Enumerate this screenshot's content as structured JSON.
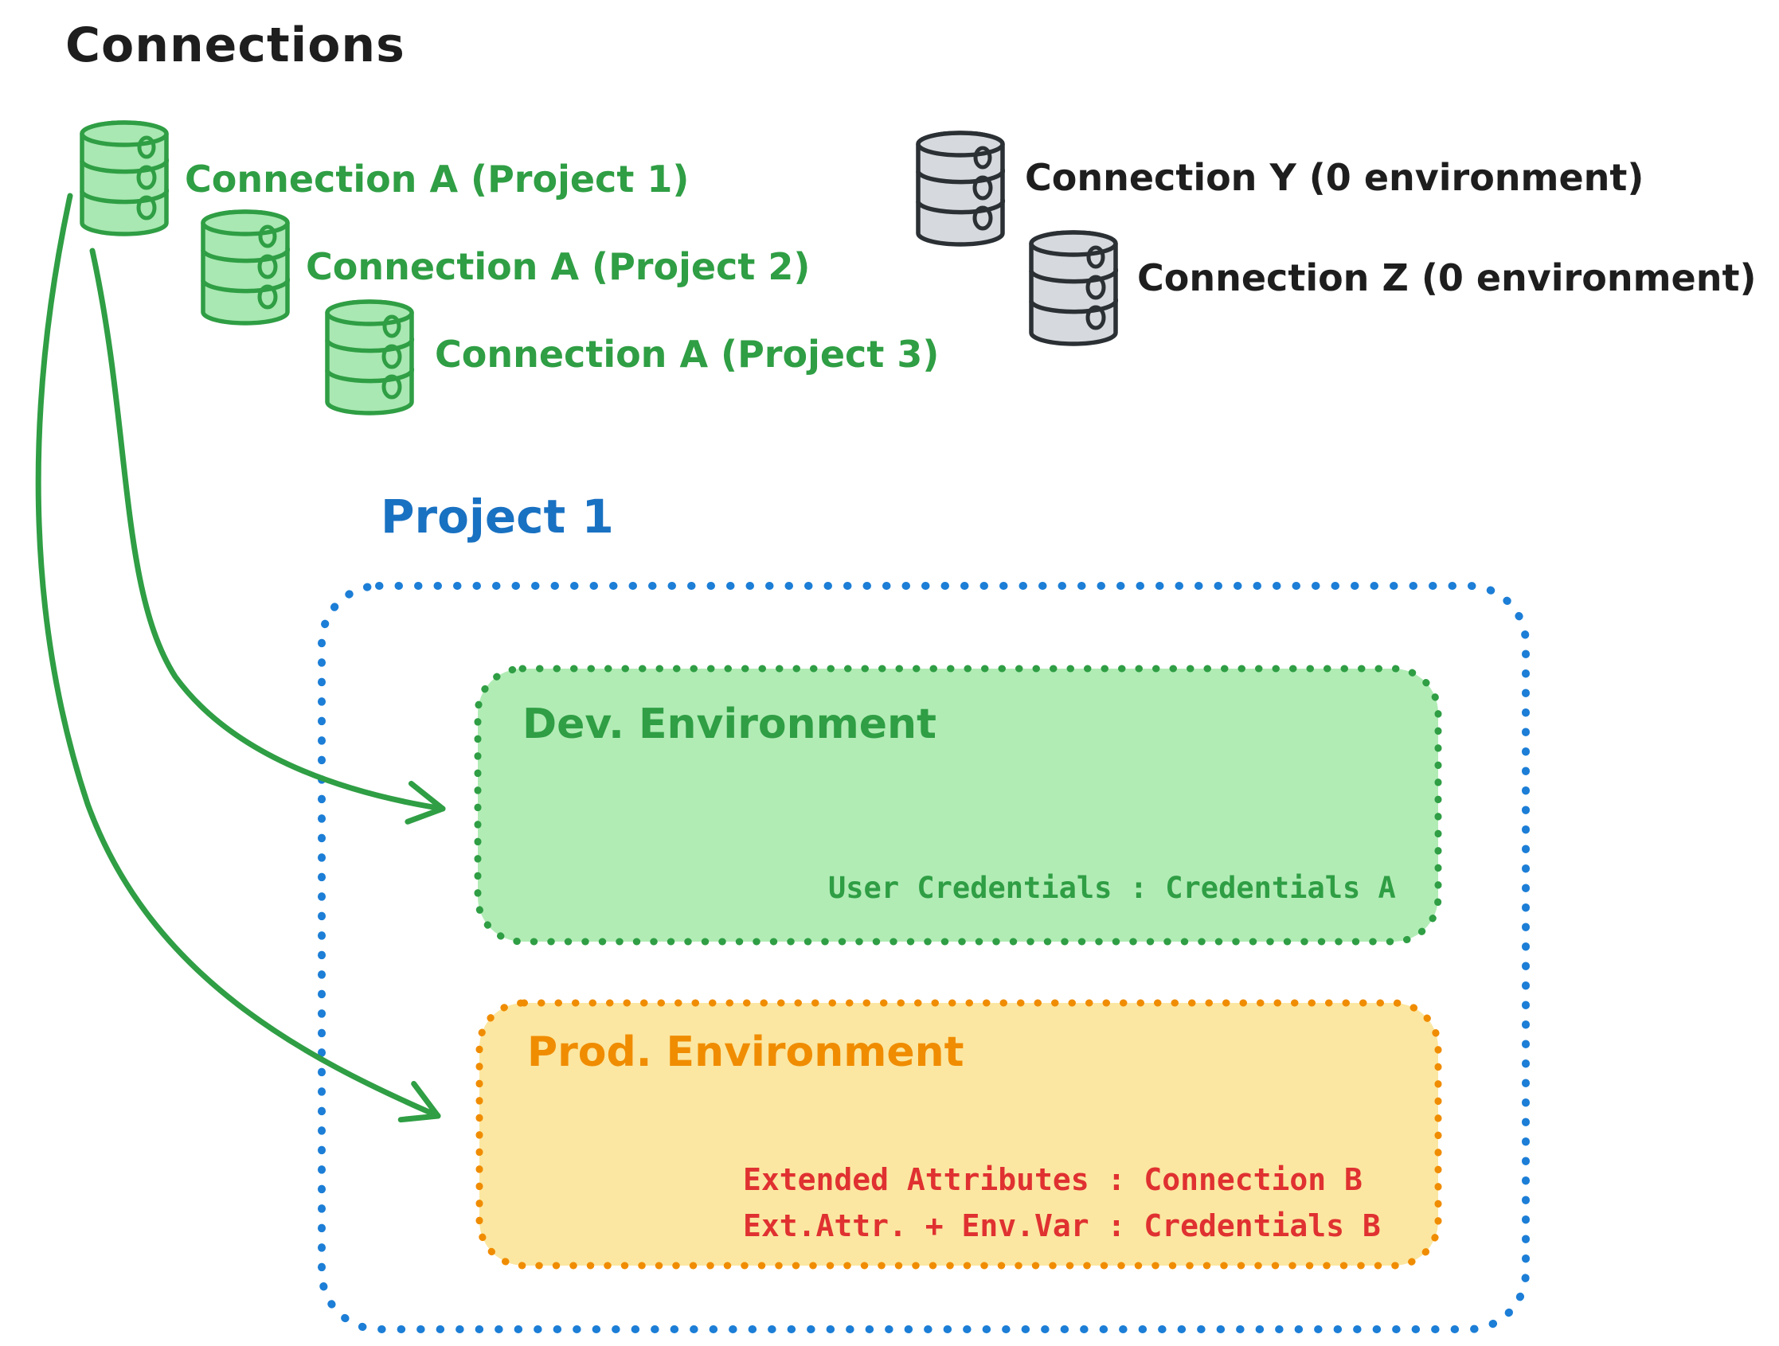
{
  "colors": {
    "ink": "#1e1e1e",
    "green": "#2f9e44",
    "green-fill": "#b1ecb5",
    "blue": "#1c7ed6",
    "blue-text": "#1971c2",
    "orange": "#f08c00",
    "yellow-fill": "#fbe7a1",
    "red": "#e03131",
    "gray-stroke": "#2b3035",
    "gray-fill": "#d6dade"
  },
  "title": "Connections",
  "connections": {
    "project_a": [
      {
        "label": "Connection A (Project 1)"
      },
      {
        "label": "Connection A (Project 2)"
      },
      {
        "label": "Connection A (Project 3)"
      }
    ],
    "unassigned": [
      {
        "label": "Connection Y (0 environment)"
      },
      {
        "label": "Connection Z (0 environment)"
      }
    ]
  },
  "project": {
    "title": "Project 1",
    "dev_environment": {
      "title": "Dev. Environment",
      "mapping": "User Credentials : Credentials A"
    },
    "prod_environment": {
      "title": "Prod. Environment",
      "mappings": [
        "Extended Attributes : Connection B",
        "Ext.Attr. + Env.Var : Credentials B"
      ]
    }
  }
}
